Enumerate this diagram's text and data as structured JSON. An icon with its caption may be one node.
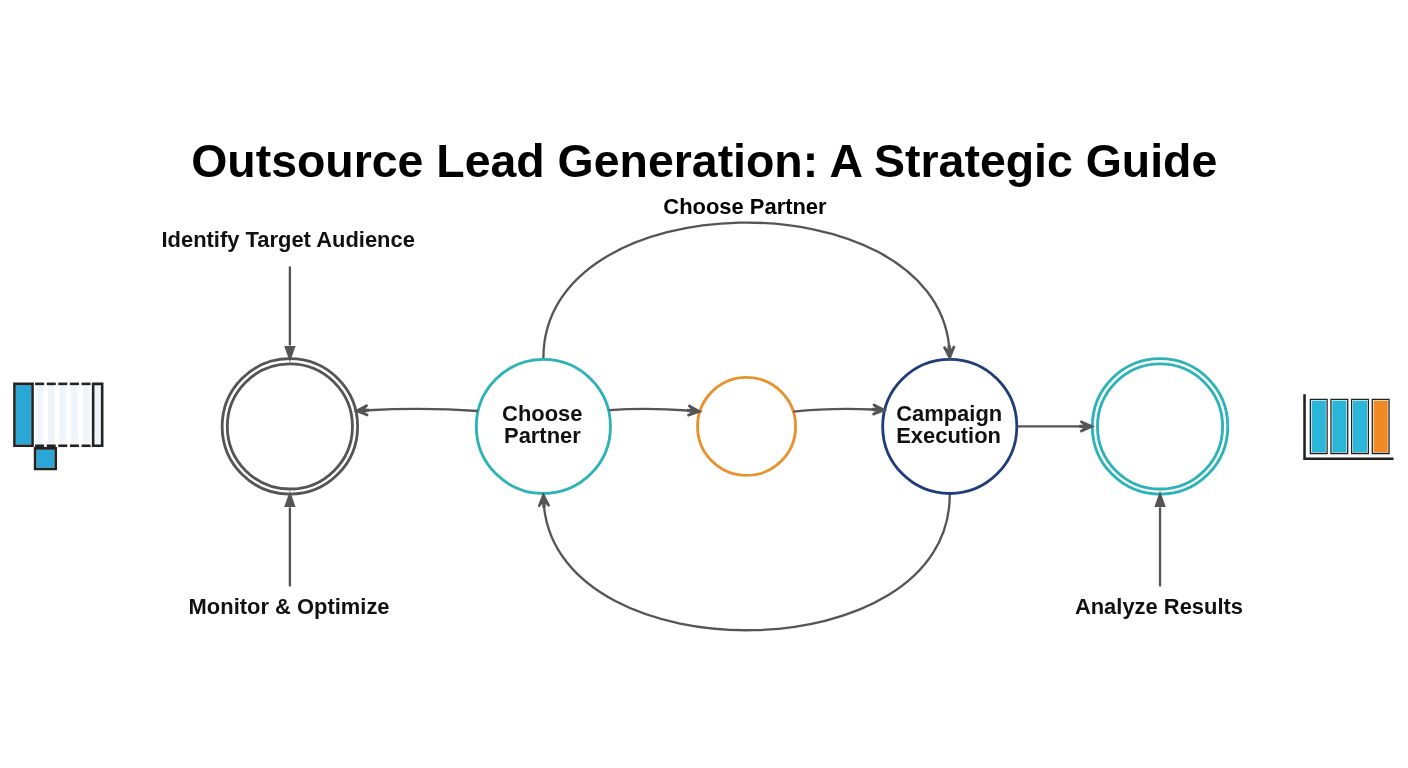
{
  "diagram": {
    "title": "Outsource Lead Generation: A Strategic Guide",
    "nodes": [
      {
        "text": [
          "Identify Target Audience"
        ]
      },
      {
        "text": [],
        "shape": "picture"
      },
      {
        "text": [],
        "shape": "circle"
      },
      {
        "text": [
          "Choose Partner"
        ]
      },
      {
        "text": [],
        "shape": "circle"
      },
      {
        "text": [
          "Campaign Execution"
        ]
      },
      {
        "text": [],
        "shape": "circle"
      },
      {
        "text": [],
        "shape": "picture"
      },
      {
        "text": [
          "Monitor & Optimize"
        ]
      },
      {
        "text": [
          "Analyze Results"
        ]
      }
    ],
    "edges": [
      {
        "from": 0,
        "to": 2,
        "arrow": "to"
      },
      {
        "from": 3,
        "to": 5,
        "arrow": "to",
        "label": "Choose Partner"
      },
      {
        "from": 3,
        "to": 2,
        "arrow": "to"
      },
      {
        "from": 3,
        "to": 4,
        "arrow": "to"
      },
      {
        "from": 4,
        "to": 5,
        "arrow": "to"
      },
      {
        "from": 5,
        "to": 6,
        "arrow": "to"
      },
      {
        "from": 5,
        "to": 3,
        "arrow": "to"
      },
      {
        "from": 8,
        "to": 2,
        "arrow": "to"
      },
      {
        "from": 9,
        "to": 6,
        "arrow": "to"
      }
    ]
  }
}
